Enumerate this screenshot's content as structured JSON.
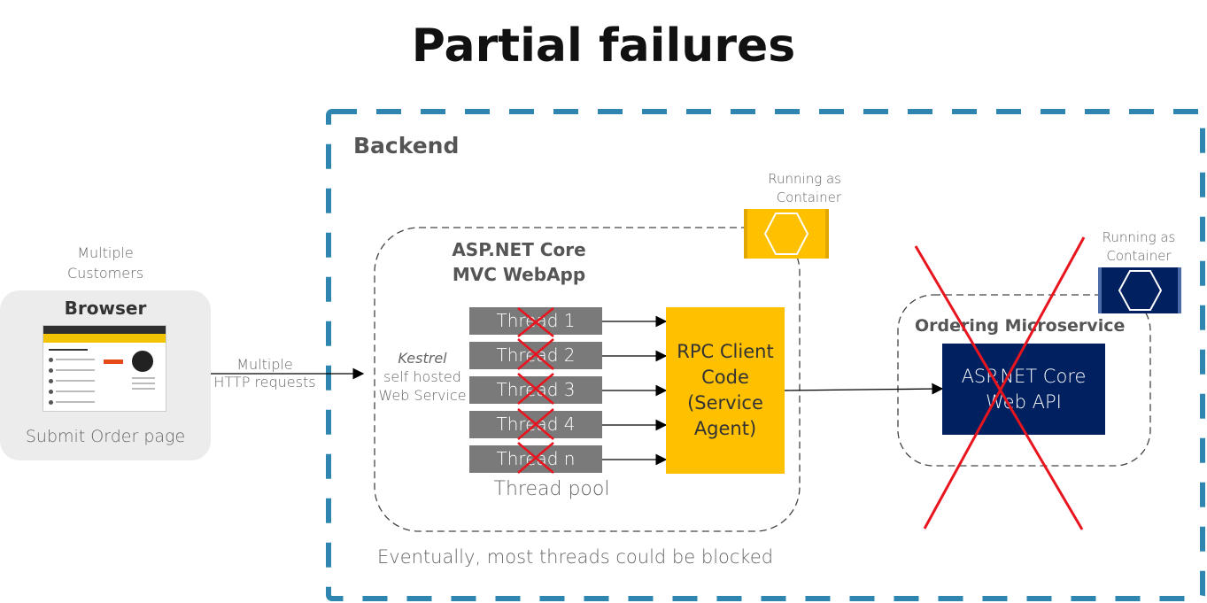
{
  "title": "Partial failures",
  "backend": {
    "label": "Backend"
  },
  "browser": {
    "top_caption_line1": "Multiple",
    "top_caption_line2": "Customers",
    "title": "Browser",
    "caption": "Submit Order page"
  },
  "http": {
    "line1": "Multiple",
    "line2": "HTTP requests"
  },
  "webapp": {
    "title_line1": "ASP.NET Core",
    "title_line2": "MVC WebApp",
    "kestrel": "Kestrel",
    "kestrel_line2": "self hosted",
    "kestrel_line3": "Web Service",
    "container_line1": "Running as",
    "container_line2": "Container",
    "threads": [
      "Thread 1",
      "Thread 2",
      "Thread 3",
      "Thread 4",
      "Thread n"
    ],
    "pool_label": "Thread pool",
    "rpc_line1": "RPC Client",
    "rpc_line2": "Code",
    "rpc_line3": "(Service",
    "rpc_line4": "Agent)",
    "footer": "Eventually, most threads could be blocked"
  },
  "ordering": {
    "container_line1": "Running as",
    "container_line2": "Container",
    "title": "Ordering Microservice",
    "api_line1": "ASP.NET Core",
    "api_line2": "Web API"
  },
  "colors": {
    "backend_border": "#2e86b0",
    "container_gold": "#ffc000",
    "container_navy": "#002060",
    "thread_gray": "#7a7a7a",
    "cross_red": "#e8141e"
  }
}
